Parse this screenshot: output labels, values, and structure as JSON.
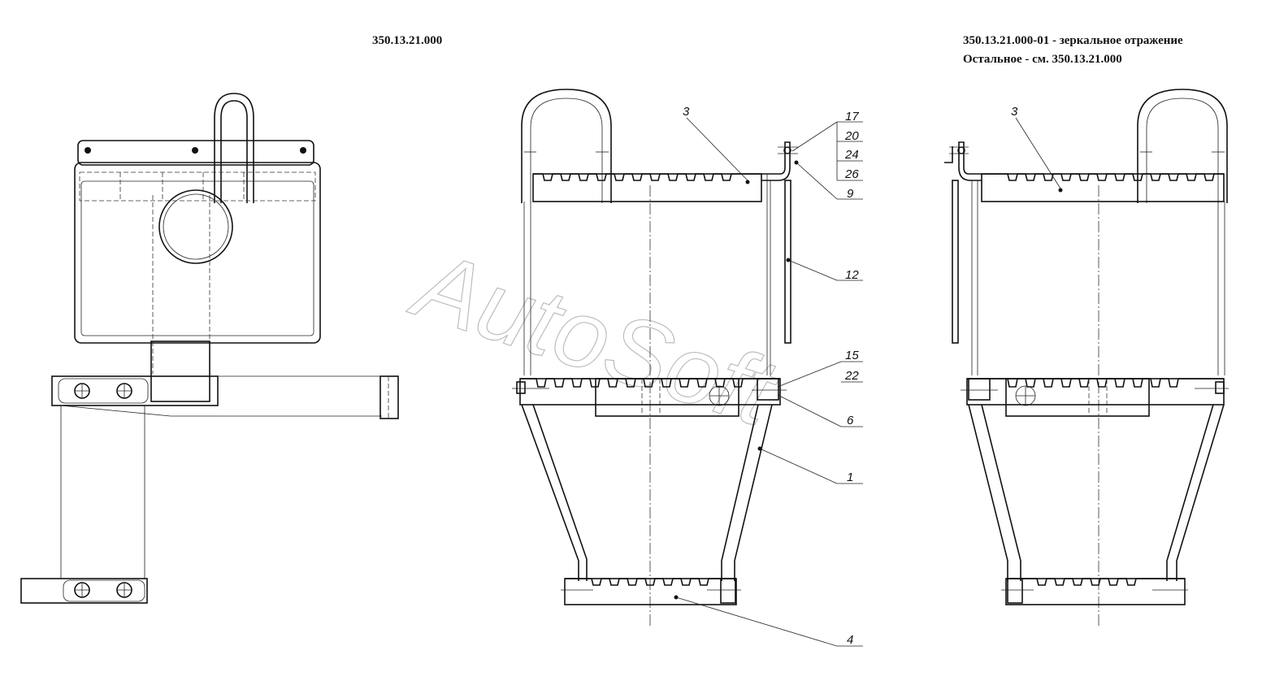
{
  "header": {
    "left_code": "350.13.21.000",
    "right_line1": "350.13.21.000-01 - зеркальное отражение",
    "right_line2": "Остальное - см. 350.13.21.000"
  },
  "watermark": {
    "text": "AutoSoft",
    "color": "#bdbdbd"
  },
  "callouts": {
    "n3": "3",
    "n17": "17",
    "n20": "20",
    "n24": "24",
    "n26": "26",
    "n9": "9",
    "n12": "12",
    "n15": "15",
    "n22": "22",
    "n6": "6",
    "n1": "1",
    "n4": "4",
    "n3r": "3"
  },
  "colors": {
    "line": "#111111",
    "background": "#ffffff"
  }
}
